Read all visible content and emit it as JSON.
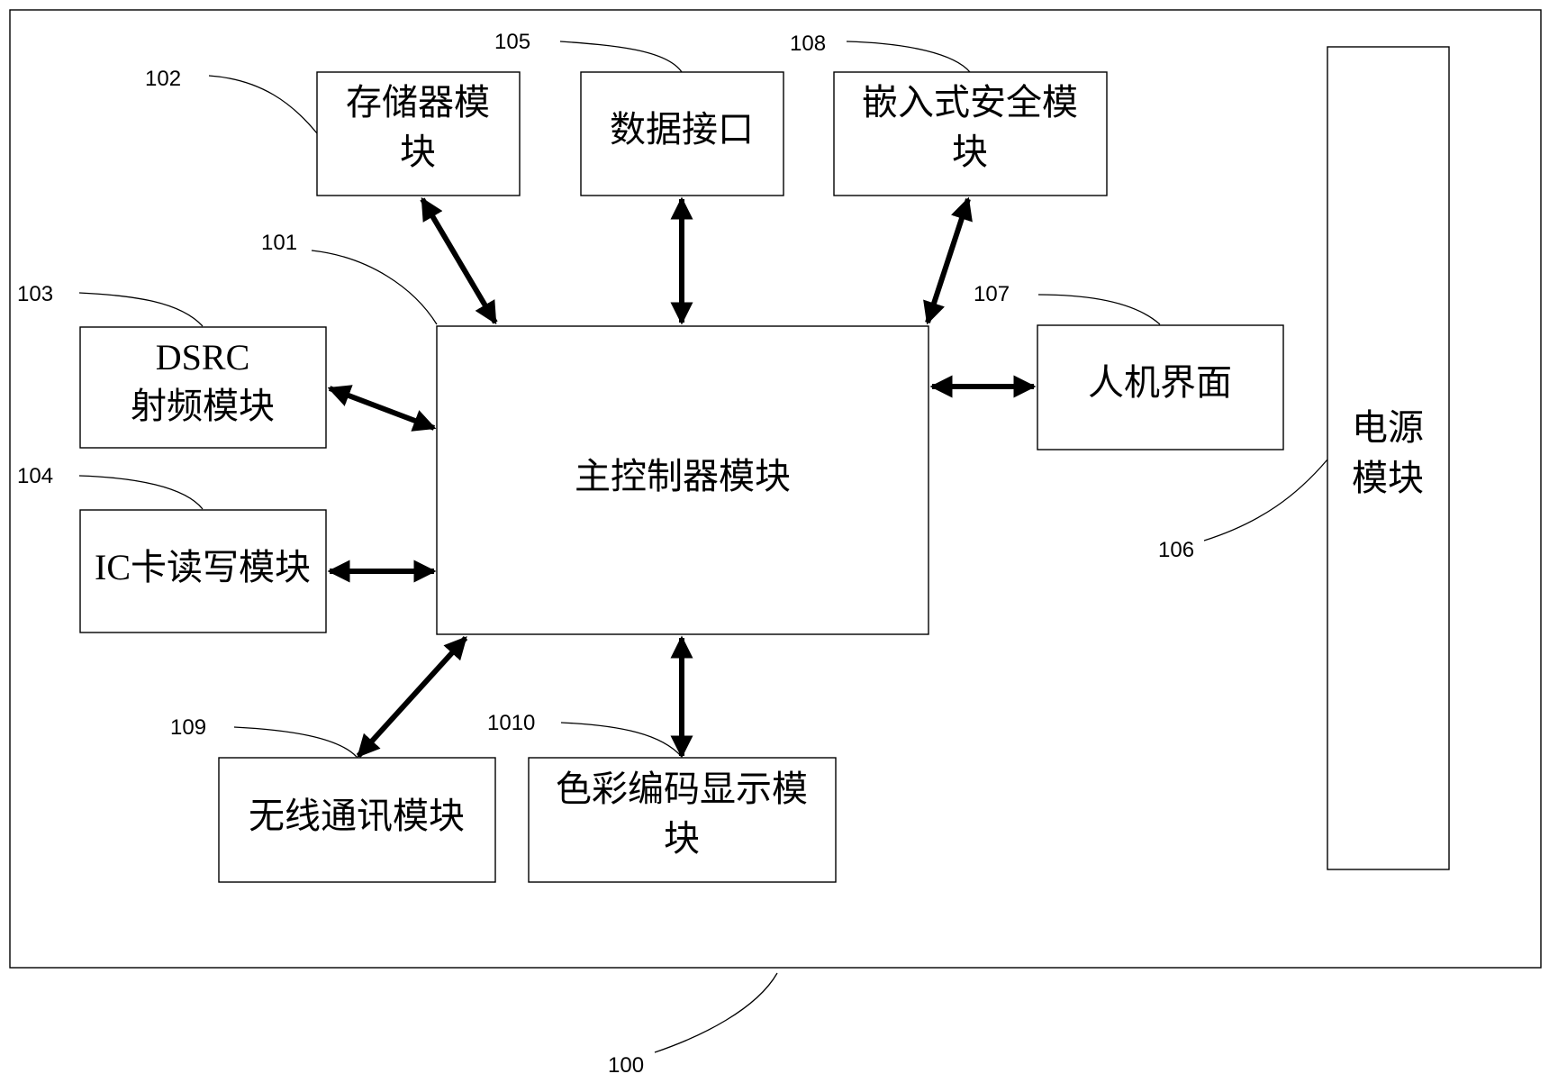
{
  "modules": {
    "main_controller": "主控制器模块",
    "storage": [
      "存储器模",
      "块"
    ],
    "data_interface": "数据接口",
    "embedded_security": [
      "嵌入式安全模",
      "块"
    ],
    "dsrc": [
      "DSRC",
      "射频模块"
    ],
    "ic_card": "IC卡读写模块",
    "hmi": "人机界面",
    "power": [
      "电源",
      "模块"
    ],
    "wireless": "无线通讯模块",
    "color_code_display": [
      "色彩编码显示模",
      "块"
    ]
  },
  "refs": {
    "r100": "100",
    "r101": "101",
    "r102": "102",
    "r103": "103",
    "r104": "104",
    "r105": "105",
    "r106": "106",
    "r107": "107",
    "r108": "108",
    "r109": "109",
    "r1010": "1010"
  }
}
